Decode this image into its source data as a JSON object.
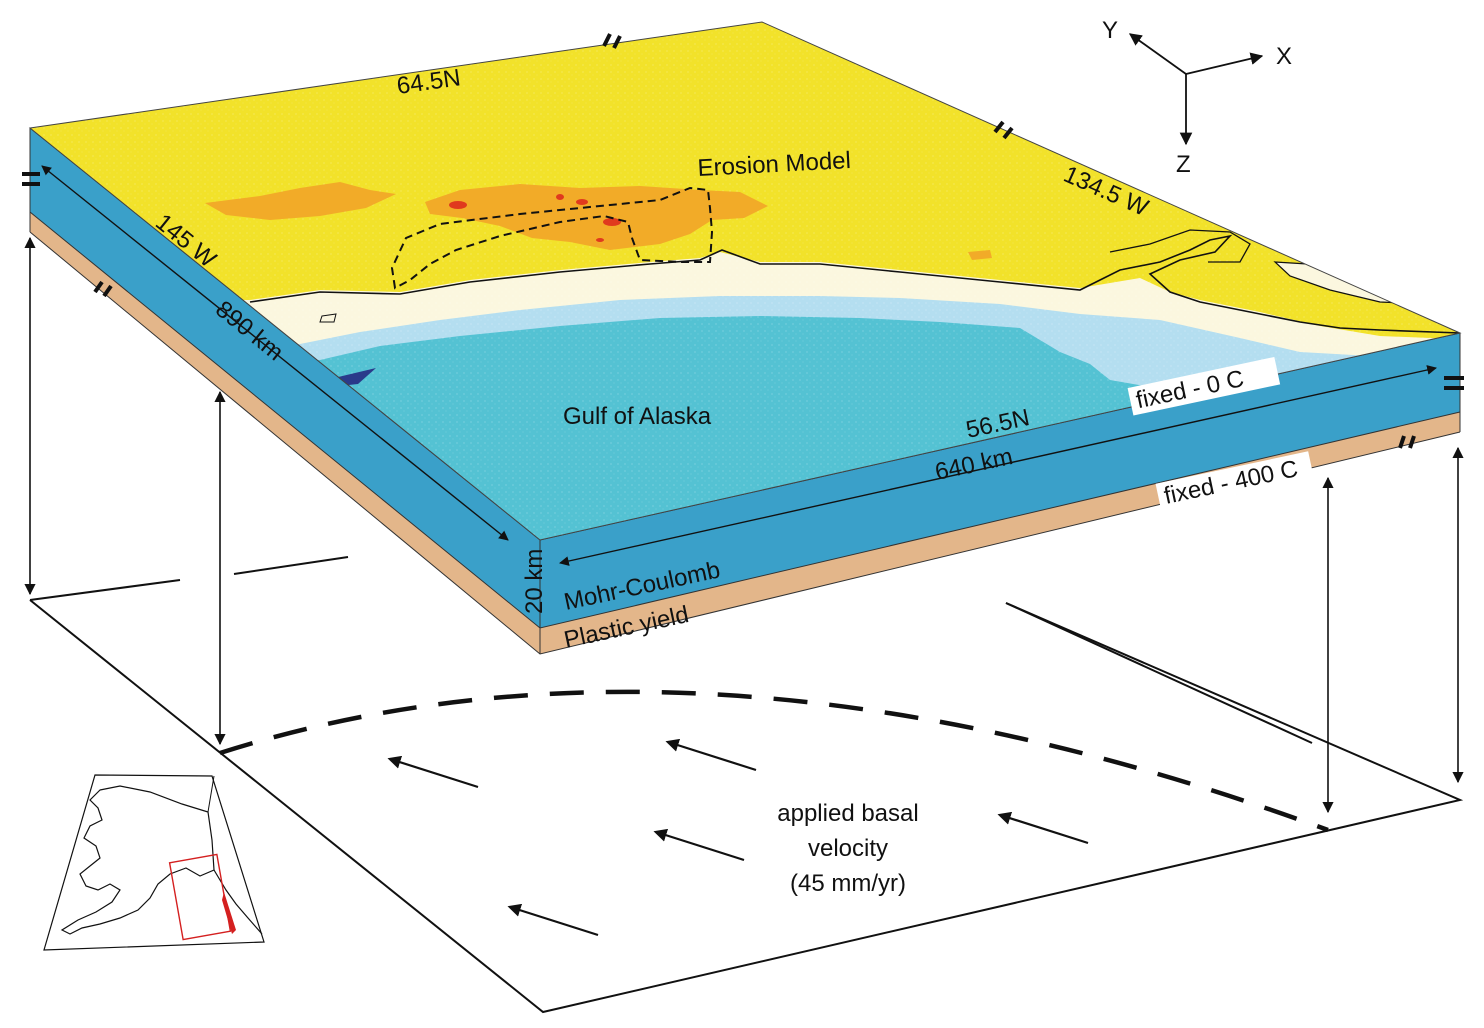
{
  "colors": {
    "land": "#f2e22a",
    "land_high": "#f2ab28",
    "land_peak": "#e03a1e",
    "coast_white": "#fbf7df",
    "shelf": "#b4def0",
    "ocean": "#54c2d3",
    "deep": "#2a3a8a",
    "crust_side": "#3aa0c9",
    "plastic_side": "#e3b68a"
  },
  "labels": {
    "lat_north": "64.5N",
    "lat_south": "56.5N",
    "lon_east": "134.5 W",
    "lon_west": "145 W",
    "erosion_model": "Erosion Model",
    "gulf": "Gulf of Alaska",
    "length_y": "890 km",
    "length_x": "640 km",
    "depth": "20 km",
    "top_bc": "fixed -  0 C",
    "bottom_bc": "fixed - 400 C",
    "upper_layer": "Mohr-Coulomb",
    "lower_layer": "Plastic yield",
    "basal_line1": "applied basal",
    "basal_line2": "velocity",
    "basal_line3": "(45 mm/yr)"
  },
  "axes": {
    "x": "X",
    "y": "Y",
    "z": "Z"
  },
  "icons": [
    "periodic-boundary-marker-icon",
    "axis-triad-icon",
    "alaska-locator-map-icon",
    "velocity-arrow-icon"
  ]
}
